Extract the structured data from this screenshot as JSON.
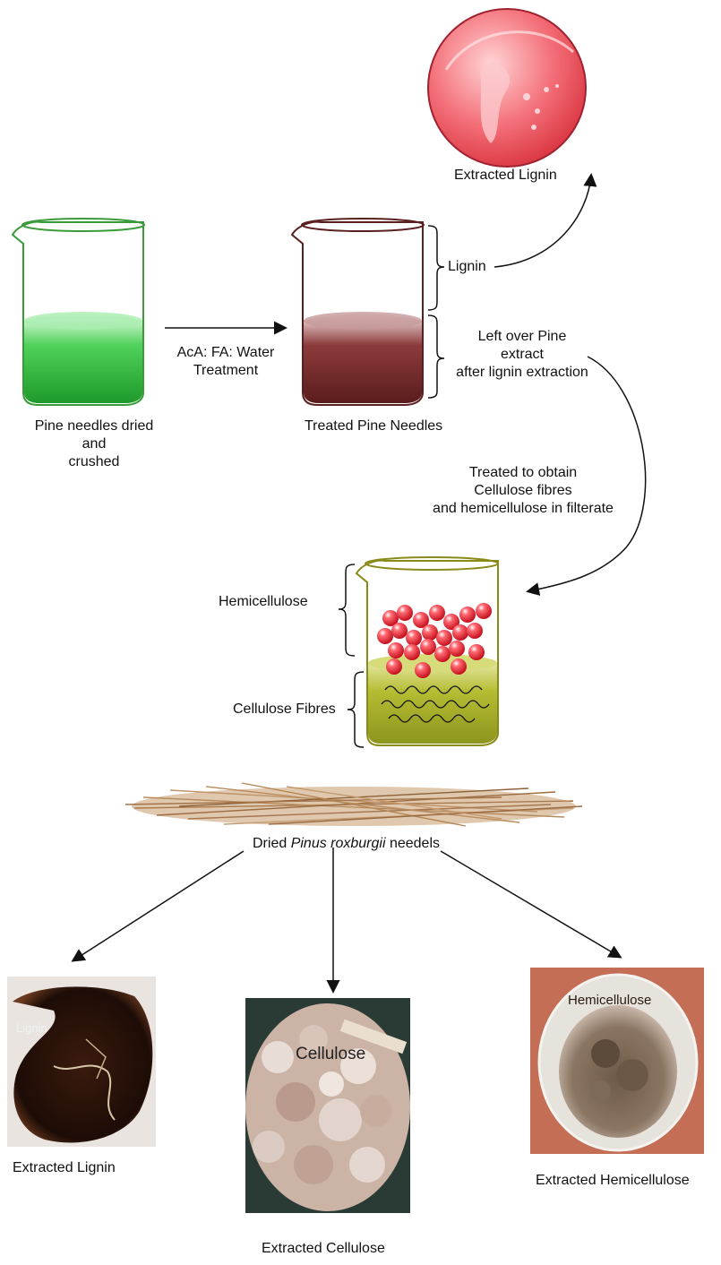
{
  "labels": {
    "extracted_lignin_top": "Extracted Lignin",
    "lignin": "Lignin",
    "treatment_line1": "AcA: FA: Water",
    "treatment_line2": "Treatment",
    "pine_needles_line1": "Pine needles dried",
    "pine_needles_line2": "and",
    "pine_needles_line3": "crushed",
    "treated_pine_needles": "Treated Pine Needles",
    "leftover_line1": "Left over Pine",
    "leftover_line2": "extract",
    "leftover_line3": "after lignin extraction",
    "treated_line1": "Treated to obtain",
    "treated_line2": "Cellulose fibres",
    "treated_line3": "and hemicellulose in filterate",
    "hemicellulose": "Hemicellulose",
    "cellulose_fibres": "Cellulose Fibres",
    "dried_prefix": "Dried ",
    "dried_species": "Pinus roxburgii",
    "dried_suffix": " needels",
    "photo_lignin_label": "Lignin",
    "photo_cellulose_label": "Cellulose",
    "photo_hemicellulose_label": "Hemicellulose",
    "extracted_lignin": "Extracted Lignin",
    "extracted_cellulose": "Extracted Cellulose",
    "extracted_hemicellulose": "Extracted Hemicellulose"
  },
  "colors": {
    "green_liquid": "#2fbf3a",
    "beaker_green_outline": "#3a9a3a",
    "maroon_liquid": "#7a2a2a",
    "beaker_maroon_outline": "#5a2020",
    "olive_liquid": "#a6b02a",
    "beaker_olive_outline": "#8a8a1a",
    "red_sphere": "#e8283a",
    "lignin_dish": "#f2646c",
    "pine_straw": "#b9895a"
  }
}
